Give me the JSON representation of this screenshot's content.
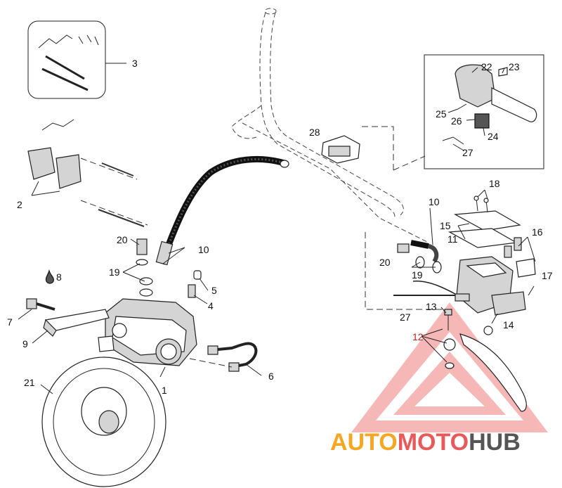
{
  "diagram": {
    "labels": [
      {
        "id": "l1",
        "text": "1"
      },
      {
        "id": "l2",
        "text": "2"
      },
      {
        "id": "l3",
        "text": "3"
      },
      {
        "id": "l4",
        "text": "4"
      },
      {
        "id": "l5",
        "text": "5"
      },
      {
        "id": "l6",
        "text": "6"
      },
      {
        "id": "l7",
        "text": "7"
      },
      {
        "id": "l8",
        "text": "8"
      },
      {
        "id": "l9",
        "text": "9"
      },
      {
        "id": "l10a",
        "text": "10"
      },
      {
        "id": "l10b",
        "text": "10"
      },
      {
        "id": "l11",
        "text": "11"
      },
      {
        "id": "l12",
        "text": "12"
      },
      {
        "id": "l13",
        "text": "13"
      },
      {
        "id": "l14",
        "text": "14"
      },
      {
        "id": "l15",
        "text": "15"
      },
      {
        "id": "l16",
        "text": "16"
      },
      {
        "id": "l17",
        "text": "17"
      },
      {
        "id": "l18",
        "text": "18"
      },
      {
        "id": "l19a",
        "text": "19"
      },
      {
        "id": "l19b",
        "text": "19"
      },
      {
        "id": "l20a",
        "text": "20"
      },
      {
        "id": "l20b",
        "text": "20"
      },
      {
        "id": "l21",
        "text": "21"
      },
      {
        "id": "l22",
        "text": "22"
      },
      {
        "id": "l23",
        "text": "23"
      },
      {
        "id": "l24",
        "text": "24"
      },
      {
        "id": "l25",
        "text": "25"
      },
      {
        "id": "l26",
        "text": "26"
      },
      {
        "id": "l27a",
        "text": "27"
      },
      {
        "id": "l27b",
        "text": "27"
      },
      {
        "id": "l28",
        "text": "28"
      }
    ]
  },
  "watermark": {
    "part1": "AUTO",
    "part2": "MOTO",
    "part3": "HUB",
    "color1": "#f5a623",
    "color2": "#e85a5a",
    "color3": "#555555",
    "triangle_color": "#f08080"
  }
}
